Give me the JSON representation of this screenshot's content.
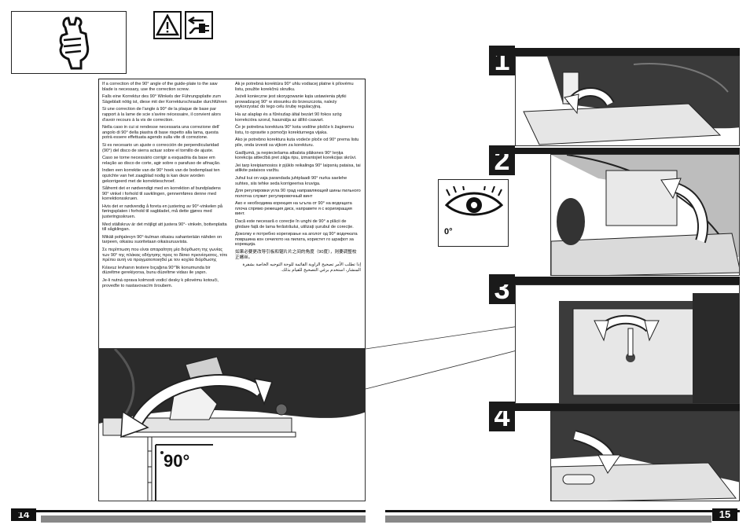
{
  "left_page": {
    "page_number": "14",
    "icons": [
      "wrench-hand-icon",
      "warning-triangle-icon",
      "unplug-icon"
    ],
    "angle_label": "90°",
    "col1": [
      "If a correction of the 90° angle of the guide-plate to the saw blade is necessary, use the correction screw.",
      "Falls eine Korrektur des 90° Winkels der Führungsplatte zum Sägeblatt nötig ist, diese mit der Korrekturschraube durchführen",
      "Si une correction de l'angle à 90° de la plaque de base par rapport à la lame de scie s'avère nécessaire, il convient alors d'avoir recours à la vis de correction.",
      "Nella caso in cui si rendesse necessaria una correzione dell' angolo di 90° della piastra di base rispetto alla lama, questa potrà essere effettuata agendo sulla vite di correzione.",
      "Si es necesario un ajuste o corrección de perpendicularidad (90°) del disco de sierra actuar sobre el tornillo de ajuste.",
      "Caso se torne necessário corrigir a esquadria da base em relação ao disco de corte, agir sobre o parafuso de afinação.",
      "Indien een korrektie van de 90° hoek van de bodemplaat ten opzichte van het zaagblad nodig is kan deze worden gekorrigeerd met de korrektieschroef.",
      "Såfremt det er nødvendigt med en korrektion af bundpladens 90° vinkel i forhold til savklingen, gennemføres denne med korrektionsskruen.",
      "Hvis det er nødvendig å foreta en justering av 90°-vinkelen på føringsplaten i forhold til sagbladet, må dette gjøres med justeringsskruen.",
      "Med ställskruv är det möjligt att justera 90°- vinkeln, bottenplatta till sågklingan.",
      "Mikäli pohjalevyn 90°-kulman oikaisu sahanterään nähden on tarpeen, oikaisu suoritetaan oikaisuruuvista.",
      "Σε περίπτωση που είναι απαραίτητη μία διόρθωση της γωνίας των 90° της πλάκας οδήγησης προς το δίσκο πριονίσματος, τότε πρέπει αυτή να πραγματοποιηθεί με τον κοχλία διόρθωσης",
      "Kılavuz levhanın testere bıçağına 90°'lik konumunda bir düzeltme gerekiyorsa, bunu düzeltme vidası ile yapın.",
      "Je-li nutná oprava kolmosti vodicí desky k pilovému kotouči, proveďte to nastavovacím šroubem."
    ],
    "col2": [
      "Ak je potrebná korektúra 90° uhlu vodiacej platne k pílovému listu, použite korekčnú skrutku.",
      "Jeżeli konieczne jest skorygowanie kąta ustawienia płytki prowadzącej 90° w stosunku do brzeszczota, należy wykorzystać do tego celu śrubę regulacyjną.",
      "Ha az alaplap és a fűrészlap által bezárt 90 fokos szög korrekcióra szorul, használja az állító csavart.",
      "Če je potrebna korektura 90° kota vodilne plošče k žaginemu listu, to opravite s pomočjo korekturnega vijaka.",
      "Ako je potrebno korektura kuta vodeće ploče od 90° prema listu pile, onda izvesti sa vijkom za korekturu.",
      "Gadījumā, ja nepieciešama atbalsta plāksnes 90° leņķa korekcija attiecībā pret zāģa ripu, izmantojiet korekcijas skrūvi.",
      "Jei tarp kreipiamosios ir pjūklo reikalinga 90° laipsnių pataisa, tai atlikite pataisos varžtu.",
      "Juhul kui on vaja parandada juhtplaadi 90° nurka saelehe suhtes, siis tehke seda korrigeeriva kruviga.",
      "Для регулировки угла 90 град направляющей шины пильного полотна служит регулировочный винт",
      "Ако е необходима корекция на ъгъла от 90° на водещата плоча спрямо режещия диск, направете я с коригиращия винт.",
      "Dacă este necesară o corecție în unghi de 90° a plăcii de ghidare față de lama ferăstrăului, utilizați șurubul de corecție.",
      "Доколку е потребно корегирање на аголот од 90° водечката површина кон сечилото на пилата, користет го шрафот за корекција.",
      "如果必要更改导引板和锯片片之间的角度（90度），则要调整校正螺丝。",
      "إذا تطلب الأمر تصحيح الزاوية القائمة للوحة التوجيه الخاصة بشفرة المنشار، استخدم برغي التصحيح للقيام بذلك."
    ]
  },
  "right_page": {
    "page_number": "15",
    "steps": [
      "1",
      "2",
      "3",
      "4"
    ],
    "eye_label": "0°"
  }
}
